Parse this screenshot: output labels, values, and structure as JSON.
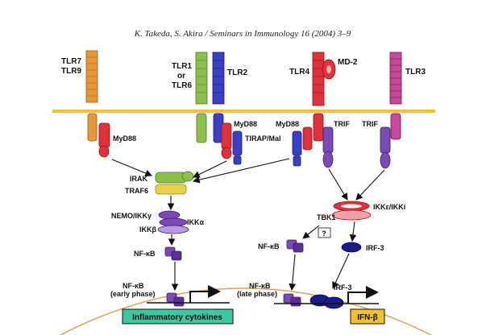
{
  "header": {
    "citation": "K. Takeda, S. Akira / Seminars in Immunology 16 (2004) 3–9"
  },
  "receptors": {
    "tlr7_9": {
      "line1": "TLR7",
      "line2": "TLR9"
    },
    "tlr1_6": {
      "line1": "TLR1",
      "line2": "or",
      "line3": "TLR6"
    },
    "tlr2": "TLR2",
    "tlr4": "TLR4",
    "md2": "MD-2",
    "tlr3": "TLR3"
  },
  "adaptors": {
    "myd88_left": "MyD88",
    "myd88_mid": "MyD88",
    "tirap": "TIRAP/Mal",
    "myd88_tlr4": "MyD88",
    "trif_tlr4": "TRIF",
    "trif_tlr3": "TRIF"
  },
  "kinases": {
    "irak": "IRAK",
    "traf6": "TRAF6",
    "nemo": "NEMO/IKKγ",
    "ikka": "IKKα",
    "ikkb": "IKKβ",
    "ikke": "IKKε/IKKi",
    "tbk1": "TBK1",
    "question": "?"
  },
  "transcription": {
    "nfkb_left": "NF-κB",
    "nfkb_right": "NF-κB",
    "irf3": "IRF-3",
    "nfkb_early_1": "NF-κB",
    "nfkb_early_2": "(early phase)",
    "nfkb_late_1": "NF-κB",
    "nfkb_late_2": "(late phase)",
    "irf3_nucleus": "IRF-3"
  },
  "outputs": {
    "inflammatory": "Inflammatory cytokines",
    "ifnb": "IFN-β"
  },
  "colors": {
    "membrane": "#f2c230",
    "tlr7": "#e8963a",
    "tlr1": "#8dc04a",
    "tlr2": "#3a3fc8",
    "tlr4": "#e0323a",
    "tlr3": "#c8489a",
    "adaptor_purple": "#7b4bb5",
    "irak": "#8dc04a",
    "traf6": "#e8d34a",
    "output_left": "#3ec7a0",
    "output_right": "#f2c230",
    "nucleus": "#e0a05a"
  }
}
